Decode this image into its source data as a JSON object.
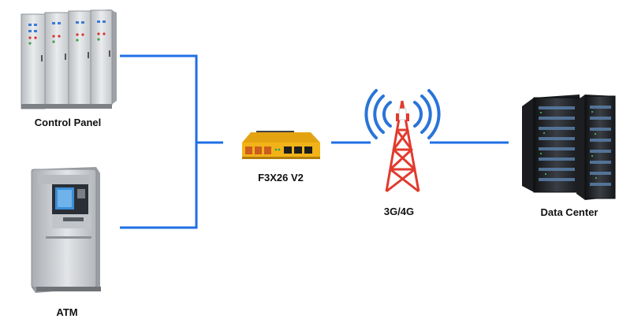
{
  "nodes": {
    "control_panel": {
      "label": "Control Panel"
    },
    "atm": {
      "label": "ATM"
    },
    "router": {
      "label": "F3X26 V2"
    },
    "tower": {
      "label": "3G/4G"
    },
    "data_center": {
      "label": "Data Center"
    }
  },
  "colors": {
    "link": "#1f6fe5",
    "cabinet": "#d8dadc",
    "atm_body": "#c9cccf",
    "router_body": "#f2b318",
    "tower_red": "#e23a2e",
    "signal": "#2a74d8",
    "server": "#2a2d31"
  }
}
